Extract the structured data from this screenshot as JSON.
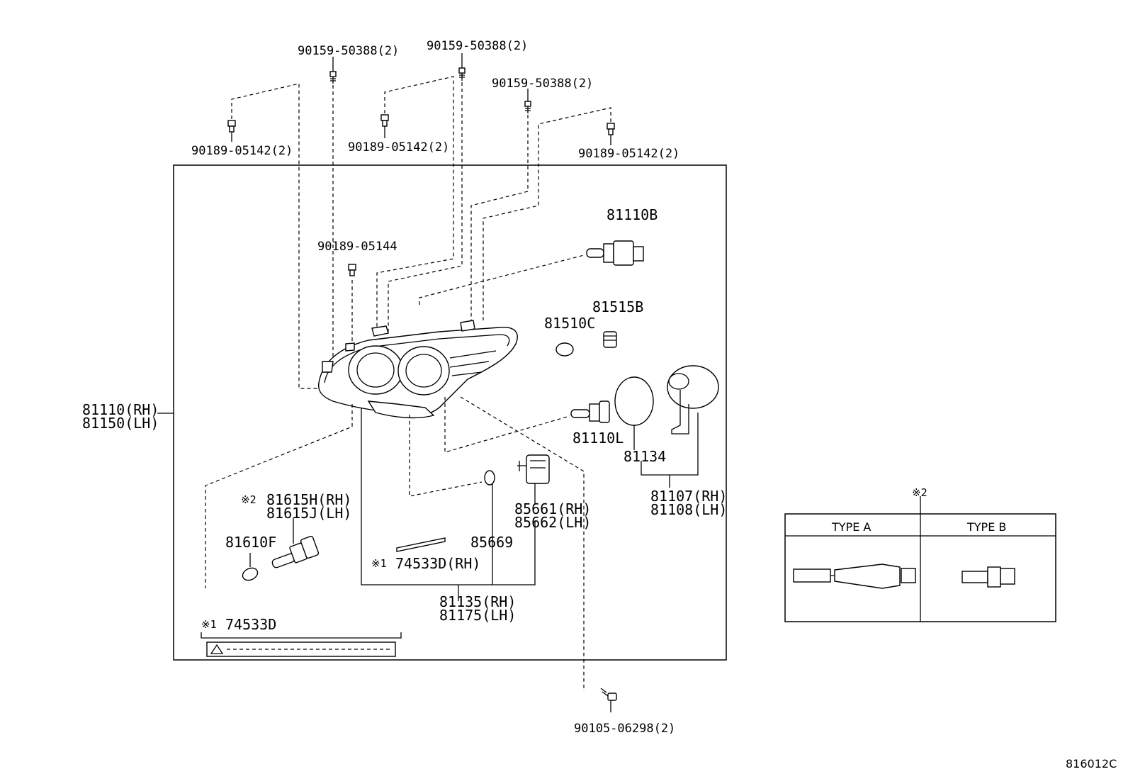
{
  "diagram_id": "816012C",
  "labels": {
    "bolt_top_left": "90159-50388(2)",
    "bolt_top_mid": "90159-50388(2)",
    "bolt_top_right": "90159-50388(2)",
    "screw_left": "90189-05142(2)",
    "screw_mid": "90189-05142(2)",
    "screw_right": "90189-05142(2)",
    "screw_single": "90189-05144",
    "bulb_hi": "81110B",
    "socket": "81515B",
    "lens_small": "81510C",
    "bulb_lo": "81110L",
    "gasket": "81134",
    "cap_rh": "81107(RH)",
    "cap_lh": "81108(LH)",
    "assy_rh": "81110(RH)",
    "assy_lh": "81150(LH)",
    "side_socket_rh": "81615H(RH)",
    "side_socket_lh": "81615J(LH)",
    "side_mark_note": "※2",
    "side_lens": "81610F",
    "motor_rh": "85661(RH)",
    "motor_lh": "85662(LH)",
    "oring": "85669",
    "trim_note": "※1",
    "trim": "74533D(RH)",
    "unit_rh": "81135(RH)",
    "unit_lh": "81175(LH)",
    "caution_note": "※1",
    "caution_label": "74533D",
    "bottom_bolt": "90105-06298(2)"
  },
  "type_table": {
    "note": "※2",
    "col_a": "TYPE A",
    "col_b": "TYPE B"
  }
}
